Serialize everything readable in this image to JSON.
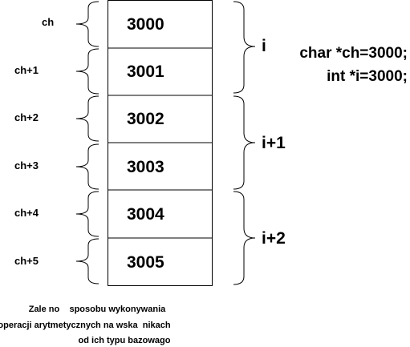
{
  "memory_cells": [
    "3000",
    "3001",
    "3002",
    "3003",
    "3004",
    "3005"
  ],
  "char_pointer_labels": [
    "ch",
    "ch+1",
    "ch+2",
    "ch+3",
    "ch+4",
    "ch+5"
  ],
  "int_pointer_labels": [
    "i",
    "i+1",
    "i+2"
  ],
  "code_lines": [
    "char *ch=3000;",
    "int *i=3000;"
  ],
  "caption_lines": [
    "Zale no    sposobu wykonywania",
    "operacji arytmetycznych na wska  nikach",
    "od ich typu bazowago"
  ]
}
